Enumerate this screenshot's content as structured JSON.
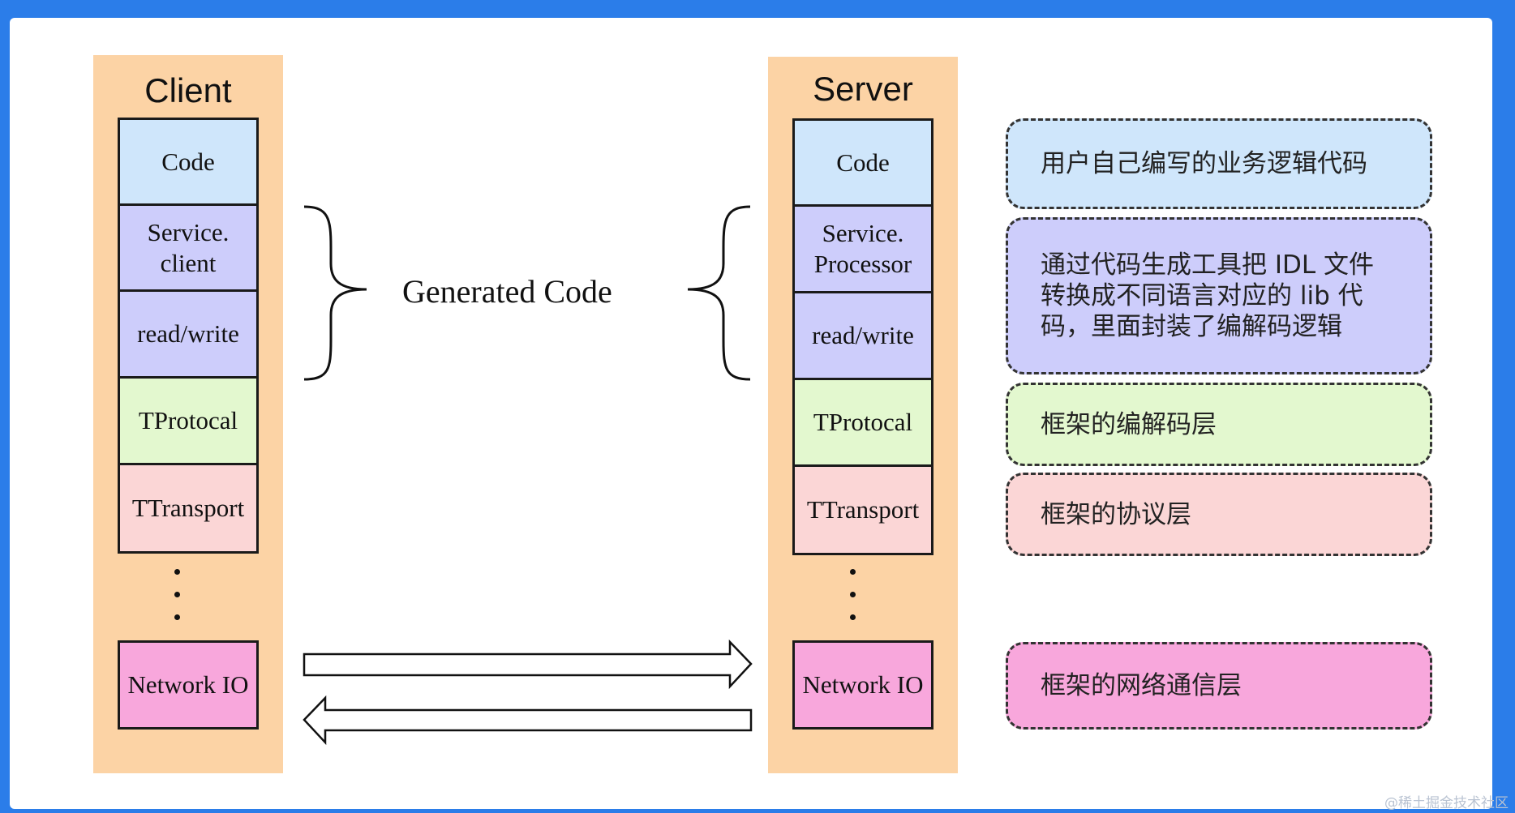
{
  "client": {
    "title": "Client",
    "layers": [
      {
        "label": "Code",
        "color": "#cfe6fb"
      },
      {
        "label": "Service.\nclient",
        "color": "#cdcdfb"
      },
      {
        "label": "read/write",
        "color": "#cdcdfb"
      },
      {
        "label": "TProtocal",
        "color": "#e3f8cf"
      },
      {
        "label": "TTransport",
        "color": "#fbd6d6"
      },
      {
        "label": "Network IO",
        "color": "#f8a7dc"
      }
    ]
  },
  "server": {
    "title": "Server",
    "layers": [
      {
        "label": "Code",
        "color": "#cfe6fb"
      },
      {
        "label": "Service.\nProcessor",
        "color": "#cdcdfb"
      },
      {
        "label": "read/write",
        "color": "#cdcdfb"
      },
      {
        "label": "TProtocal",
        "color": "#e3f8cf"
      },
      {
        "label": "TTransport",
        "color": "#fbd6d6"
      },
      {
        "label": "Network IO",
        "color": "#f8a7dc"
      }
    ]
  },
  "generated_code_label": "Generated Code",
  "notes": [
    {
      "text": "用户自己编写的业务逻辑代码",
      "color": "#cfe6fb"
    },
    {
      "text": "通过代码生成工具把 IDL 文件\n转换成不同语言对应的 lib 代\n码，里面封装了编解码逻辑",
      "color": "#cdcdfb"
    },
    {
      "text": "框架的编解码层",
      "color": "#e3f8cf"
    },
    {
      "text": "框架的协议层",
      "color": "#fbd6d6"
    },
    {
      "text": "框架的网络通信层",
      "color": "#f8a7dc"
    }
  ],
  "column_color": "#fcd3a5",
  "background_color": "#2b7de9",
  "watermark": "@稀土掘金技术社区"
}
